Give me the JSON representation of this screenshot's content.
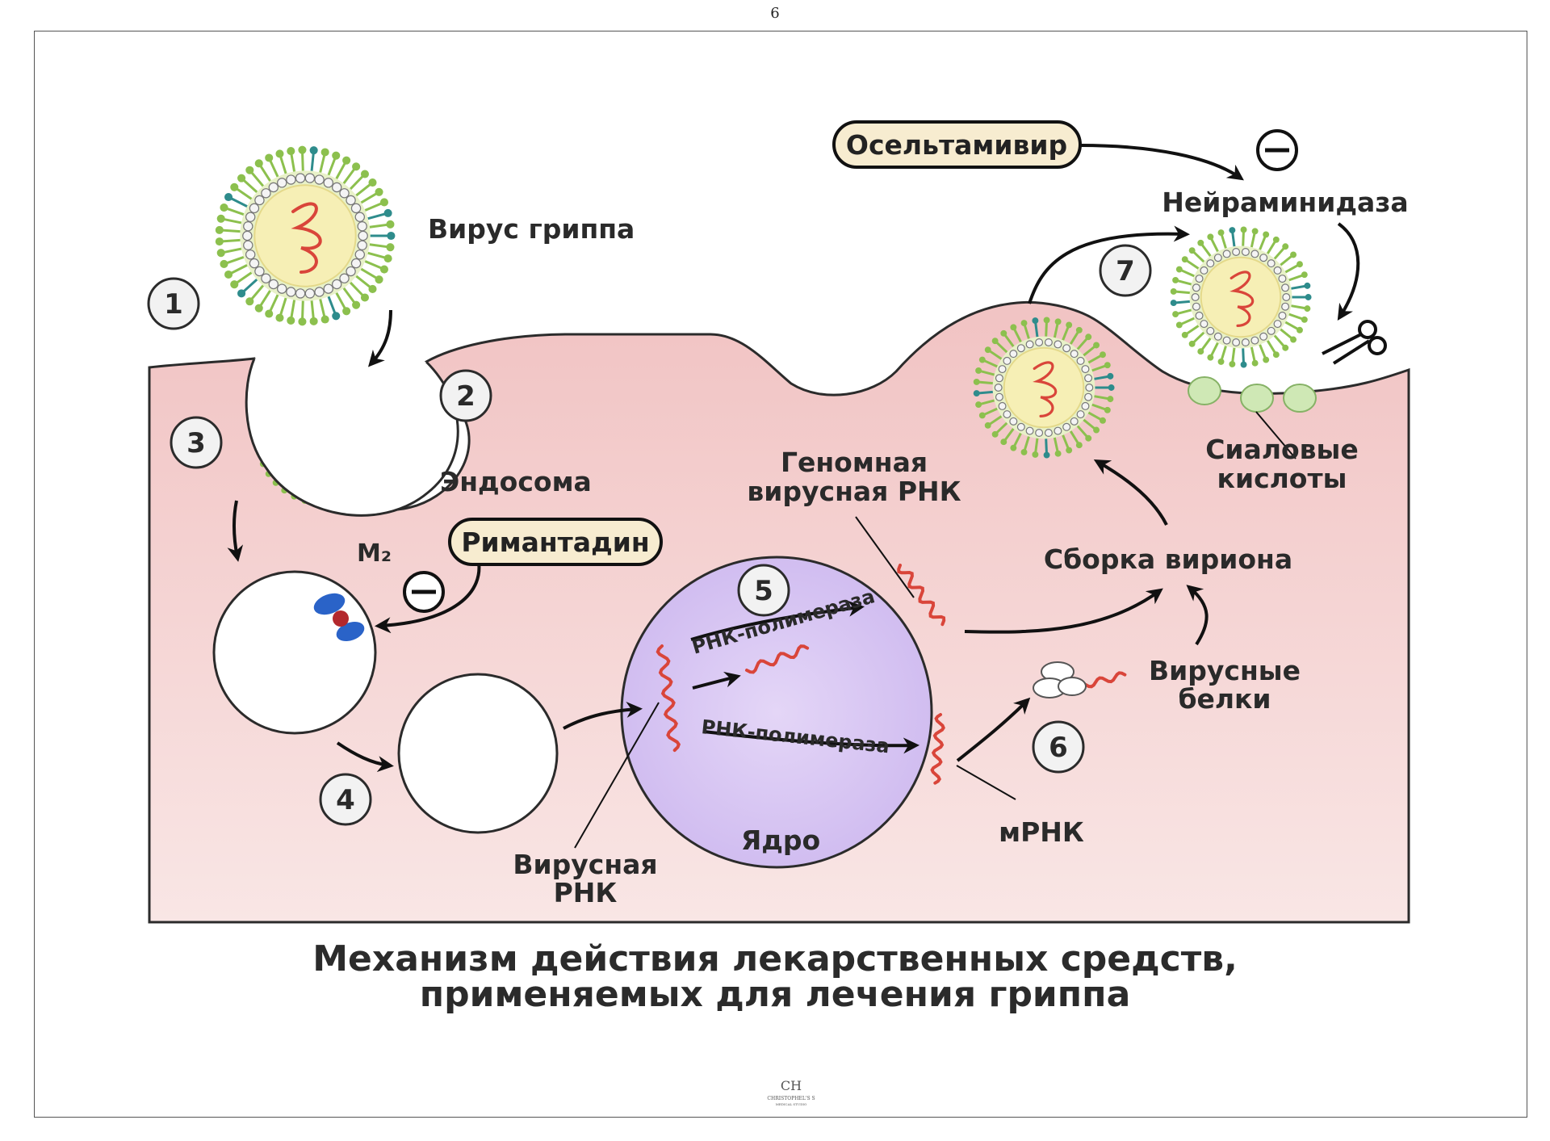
{
  "page_number": "6",
  "labels": {
    "virus": "Вирус гриппа",
    "endosome": "Эндосома",
    "m2": "M₂",
    "rimantadine": "Римантадин",
    "oseltamivir": "Осельтамивир",
    "neuraminidase": "Нейраминидаза",
    "sialic_1": "Сиаловые",
    "sialic_2": "кислоты",
    "genomic_1": "Геномная",
    "genomic_2": "вирусная РНК",
    "assembly": "Сборка вириона",
    "proteins_1": "Вирусные",
    "proteins_2": "белки",
    "polymerase_1": "РНК-полимераза",
    "polymerase_2": "РНК-полимераза",
    "viral_rna_1": "Вирусная",
    "viral_rna_2": "РНК",
    "nucleus": "Ядро",
    "mrna": "мРНК",
    "minus_sign": "−"
  },
  "steps": [
    "1",
    "2",
    "3",
    "4",
    "5",
    "6",
    "7"
  ],
  "caption": {
    "line1": "Механизм действия лекарственных средств,",
    "line2": "применяемых для лечения гриппа"
  },
  "logo": {
    "mark": "CH",
    "line1": "CHRISTOPHEL'S S",
    "line2": "MEDICAL STUDIO"
  },
  "colors": {
    "cell": "#f3c9c8",
    "nucleus": "#d9c8f3",
    "spike": "#8cc04e",
    "spike_dark": "#2e8c8c",
    "core": "#f6efb5",
    "rna": "#d9453a",
    "pill": "#f7ecd0"
  }
}
